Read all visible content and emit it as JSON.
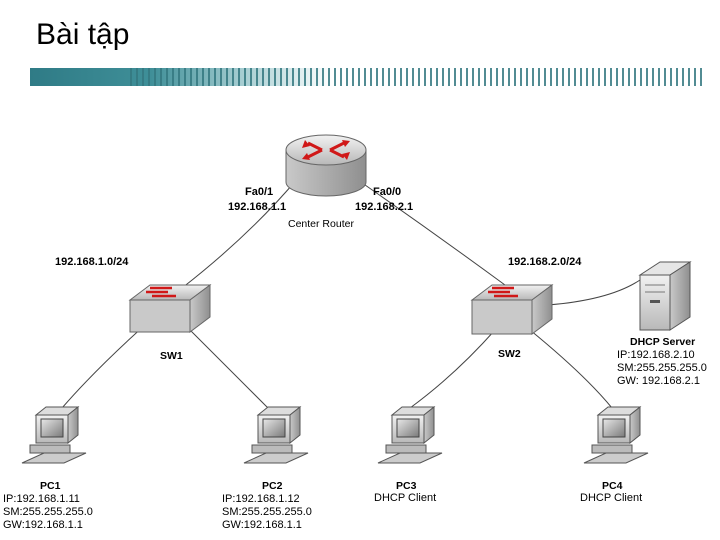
{
  "slide": {
    "title": "Bài tập"
  },
  "router": {
    "name": "Center Router",
    "if_left": "Fa0/1",
    "ip_left": "192.168.1.1",
    "if_right": "Fa0/0",
    "ip_right": "192.168.2.1"
  },
  "networks": {
    "left": "192.168.1.0/24",
    "right": "192.168.2.0/24"
  },
  "switches": {
    "sw1": "SW1",
    "sw2": "SW2"
  },
  "server": {
    "name": "DHCP Server",
    "ip": "IP:192.168.2.10",
    "sm": "SM:255.255.255.0",
    "gw": "GW: 192.168.2.1"
  },
  "pcs": {
    "pc1": {
      "name": "PC1",
      "ip": "IP:192.168.1.11",
      "sm": "SM:255.255.255.0",
      "gw": "GW:192.168.1.1"
    },
    "pc2": {
      "name": "PC2",
      "ip": "IP:192.168.1.12",
      "sm": "SM:255.255.255.0",
      "gw": "GW:192.168.1.1"
    },
    "pc3": {
      "name": "PC3",
      "role": "DHCP Client"
    },
    "pc4": {
      "name": "PC4",
      "role": "DHCP Client"
    }
  },
  "colors": {
    "accent_bar": "#2f7b86",
    "arrow_red": "#d01818",
    "link": "#444444"
  }
}
